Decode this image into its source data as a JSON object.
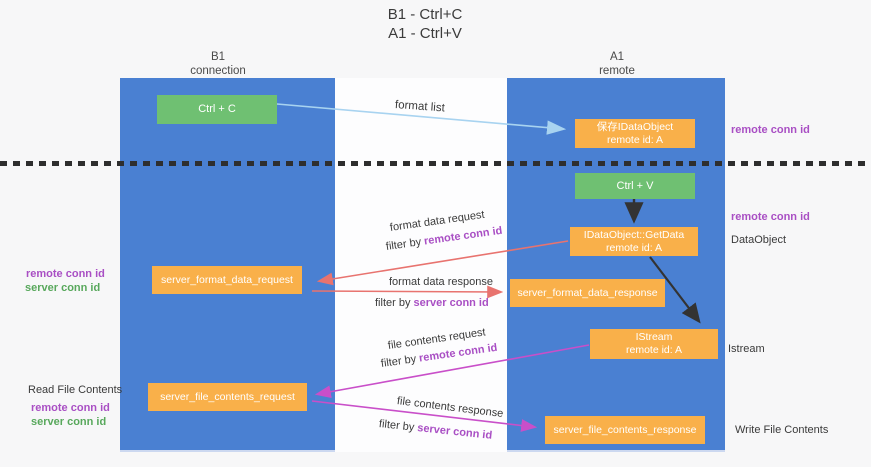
{
  "title": {
    "line1": "B1 - Ctrl+C",
    "line2": "A1 - Ctrl+V"
  },
  "lanes": {
    "left": {
      "title": "B1",
      "subtitle": "connection"
    },
    "right": {
      "title": "A1",
      "subtitle": "remote"
    }
  },
  "nodes": {
    "ctrl_c": {
      "label": "Ctrl + C"
    },
    "save_idataobject": {
      "line1": "保存IDataObject",
      "line2": "remote id: A"
    },
    "ctrl_v": {
      "label": "Ctrl + V"
    },
    "getdata": {
      "line1": "IDataObject::GetData",
      "line2": "remote id: A"
    },
    "format_request": {
      "label": "server_format_data_request"
    },
    "format_response": {
      "label": "server_format_data_response"
    },
    "istream": {
      "line1": "IStream",
      "line2": "remote id: A"
    },
    "file_request": {
      "label": "server_file_contents_request"
    },
    "file_response": {
      "label": "server_file_contents_response"
    }
  },
  "edge_labels": {
    "format_list": "format list",
    "format_data_request": "format data request",
    "format_data_response": "format data response",
    "file_contents_request": "file contents request",
    "file_contents_response": "file contents response",
    "filter_remote": {
      "prefix": "filter by ",
      "id": "remote conn id"
    },
    "filter_server": {
      "prefix": "filter by ",
      "id": "server conn id"
    }
  },
  "side_labels": {
    "remote_conn_id": "remote conn id",
    "server_conn_id": "server conn id",
    "dataobject": "DataObject",
    "istream": "Istream",
    "read_file_contents": "Read File Contents",
    "write_file_contents": "Write File Contents"
  },
  "colors": {
    "column_blue": "#4a80d2",
    "box_green": "#6fc072",
    "box_orange": "#f9b04a",
    "arrow_salmon": "#e8736f",
    "arrow_magenta": "#c94fc9",
    "arrow_lightblue": "#a8d3f0",
    "arrow_black": "#333333",
    "label_purple": "#a94fc4",
    "label_green": "#58a85c"
  }
}
